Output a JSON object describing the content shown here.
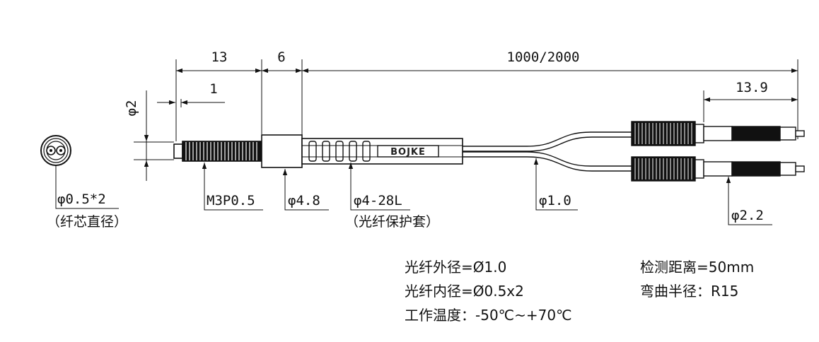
{
  "dimensions": {
    "d13": "13",
    "d6": "6",
    "dlen": "1000/2000",
    "d139": "13.9",
    "d1": "1",
    "dphi2": "φ2"
  },
  "callouts": {
    "core_dia": "φ0.5*2",
    "core_dia_note": "（纤芯直径）",
    "thread": "M3P0.5",
    "body_dia": "φ4.8",
    "sleeve_dia": "φ4-28L",
    "sleeve_note": "（光纤保护套）",
    "fiber_dia": "φ1.0",
    "connector_dia": "φ2.2"
  },
  "logo": "BOJKE",
  "specs": {
    "outer_dia": "光纤外径=Ø1.0",
    "inner_dia": "光纤内径=Ø0.5x2",
    "temp": "工作温度：-50℃~+70℃",
    "distance": "检测距离=50mm",
    "bend_radius": "弯曲半径：R15"
  },
  "colors": {
    "line": "#111111",
    "dark_fill": "#111111",
    "light_fill": "#ffffff"
  }
}
